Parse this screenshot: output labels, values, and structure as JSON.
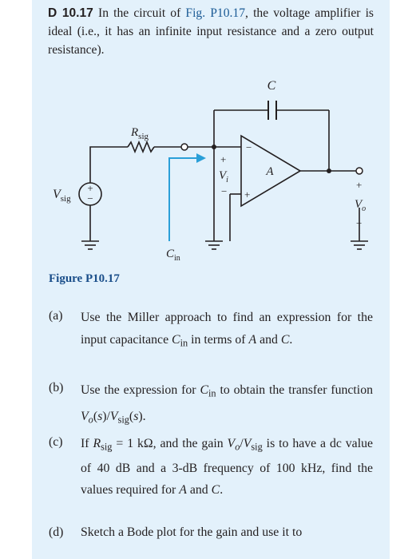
{
  "problem": {
    "number": "D 10.17",
    "text_before_ref": " In the circuit of ",
    "figure_ref": "Fig. P10.17",
    "text_after_ref": ", the voltage amplifier is ideal (i.e., it has an infinite input resistance and a zero output resistance)."
  },
  "figure": {
    "caption": "Figure P10.17",
    "labels": {
      "capacitor": "C",
      "resistor": "R",
      "resistor_sub": "sig",
      "source": "V",
      "source_sub": "sig",
      "source_plus": "+",
      "source_minus": "−",
      "vi_plus": "+",
      "vi": "V",
      "vi_sub": "i",
      "vi_minus": "−",
      "amp_gain": "A",
      "amp_minus": "−",
      "amp_plus": "+",
      "vo_plus": "+",
      "vo": "V",
      "vo_sub": "o",
      "vo_minus": "−",
      "cin": "C",
      "cin_sub": "in"
    },
    "colors": {
      "wire": "#231f20",
      "cin_arrow": "#2a9fd8",
      "panel": "#e3f1fb",
      "caption": "#1a4e8a"
    }
  },
  "parts": [
    {
      "label": "(a)",
      "text": "Use the Miller approach to find an expression for the input capacitance C_in in terms of A and C."
    },
    {
      "label": "(b)",
      "text": "Use the expression for C_in to obtain the transfer function V_o(s)/V_sig(s)."
    },
    {
      "label": "(c)",
      "text": "If R_sig = 1 kΩ, and the gain V_o/V_sig is to have a dc value of 40 dB and a 3-dB frequency of 100 kHz, find the values required for A and C."
    },
    {
      "label": "(d)",
      "text": "Sketch a Bode plot for the gain and use it to"
    }
  ]
}
